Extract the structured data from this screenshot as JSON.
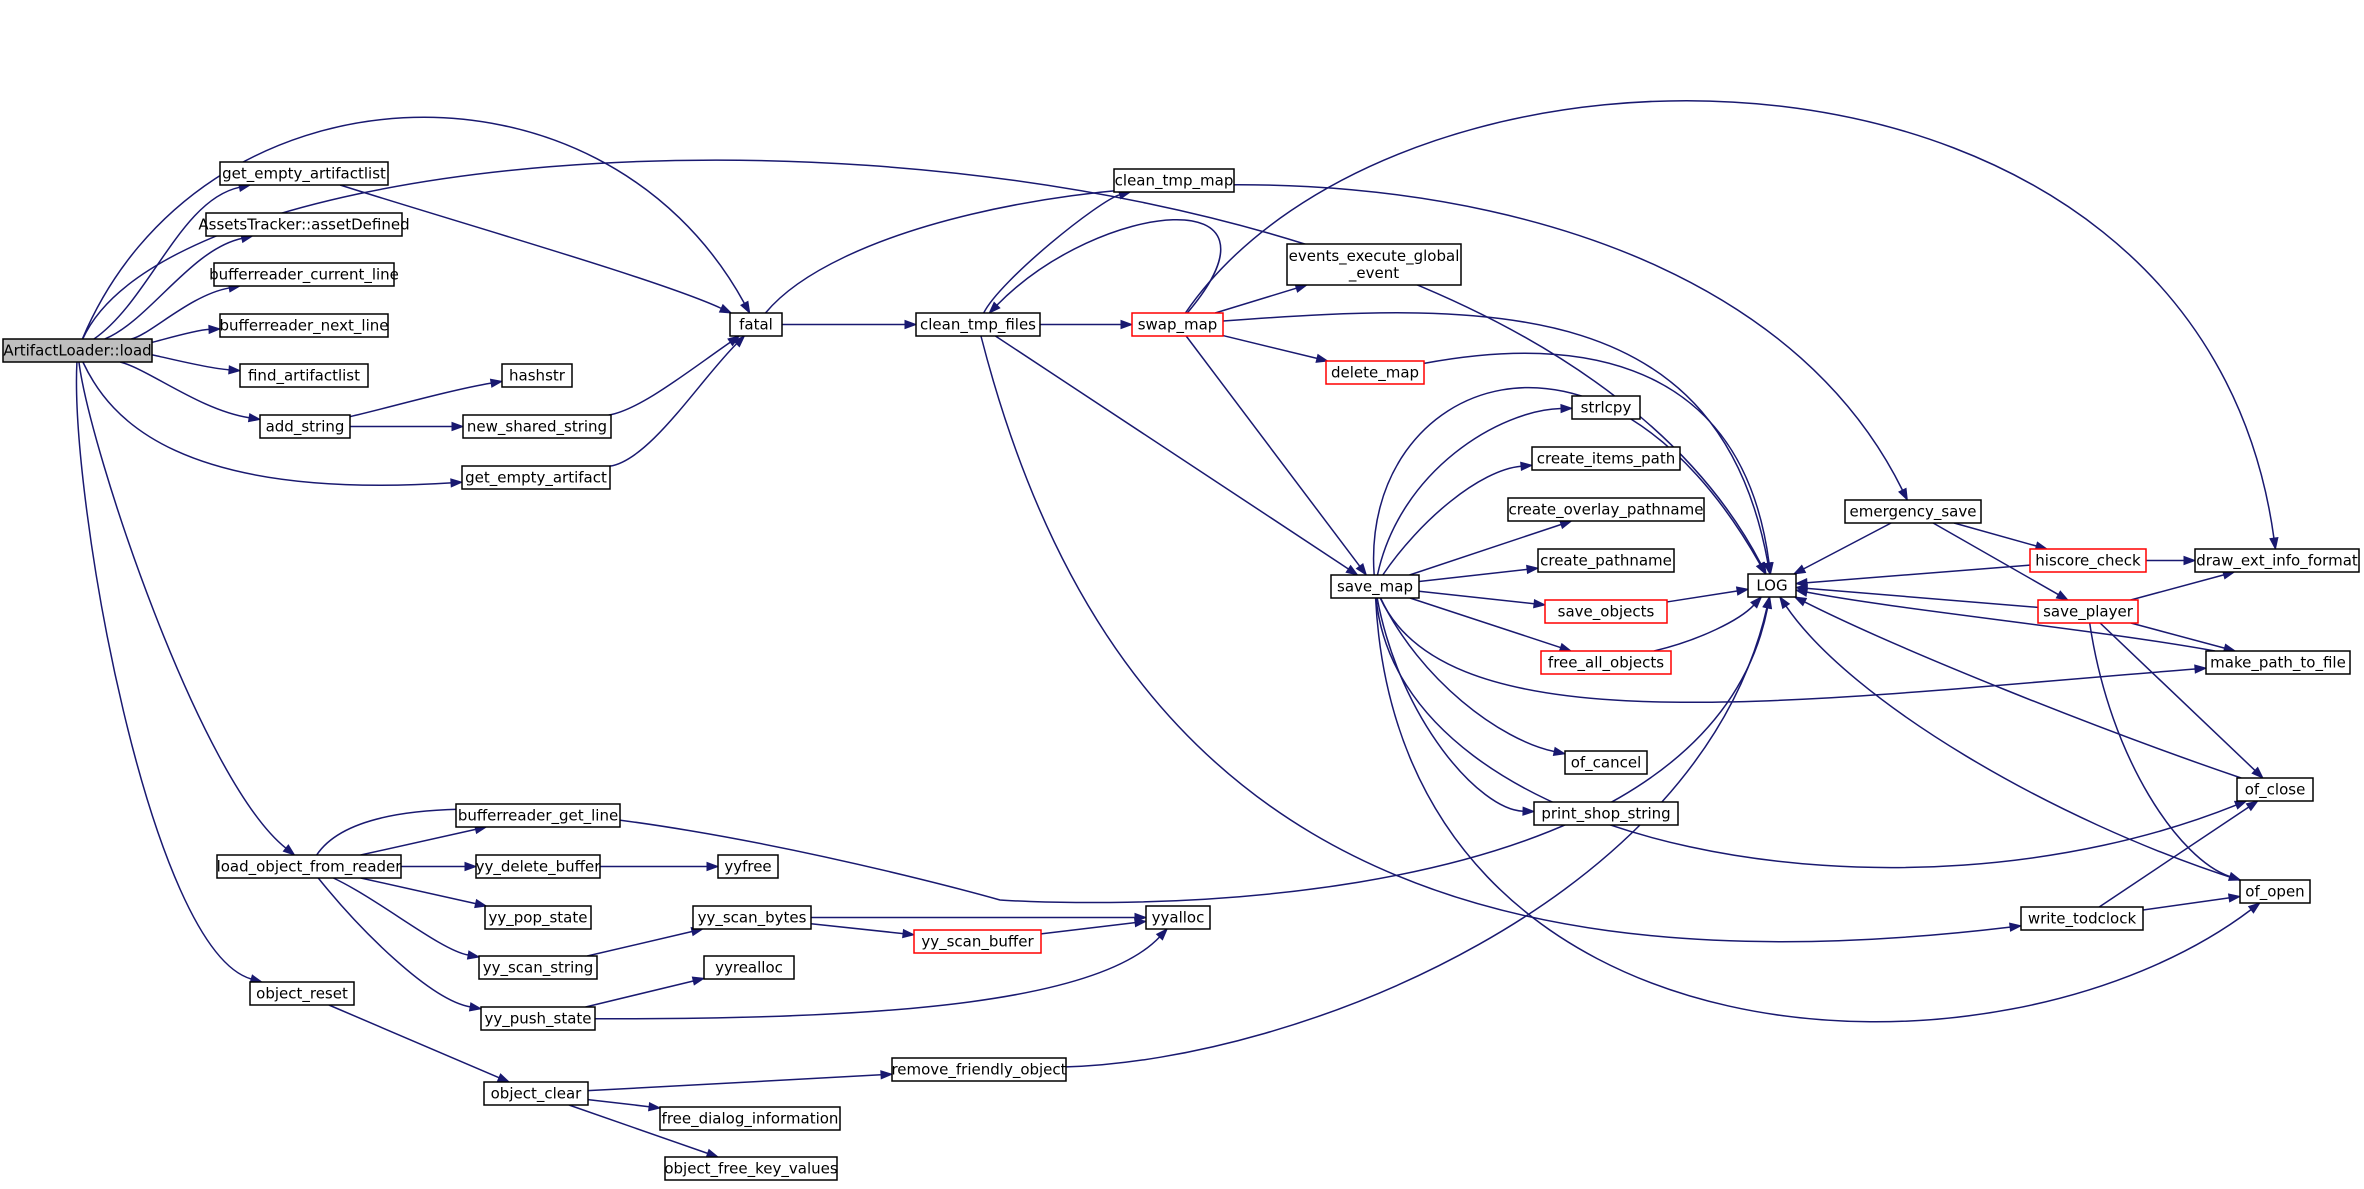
{
  "title": "",
  "colors": {
    "edge": "#191970",
    "node_border": "#000000",
    "truncated_border": "#ff0000",
    "root_fill": "#bfbfbf"
  },
  "nodes": {
    "load": "ArtifactLoader::load",
    "get_empty_artifactlist": "get_empty_artifactlist",
    "assetDefined": "AssetsTracker::assetDefined",
    "bufferreader_current_line": "bufferreader_current_line",
    "bufferreader_next_line": "bufferreader_next_line",
    "find_artifactlist": "find_artifactlist",
    "add_string": "add_string",
    "hashstr": "hashstr",
    "new_shared_string": "new_shared_string",
    "get_empty_artifact": "get_empty_artifact",
    "fatal": "fatal",
    "clean_tmp_files": "clean_tmp_files",
    "clean_tmp_map": "clean_tmp_map",
    "swap_map": "swap_map",
    "events_execute_global_event": [
      "events_execute_global",
      "_event"
    ],
    "delete_map": "delete_map",
    "save_map": "save_map",
    "strlcpy": "strlcpy",
    "create_items_path": "create_items_path",
    "create_overlay_pathname": "create_overlay_pathname",
    "create_pathname": "create_pathname",
    "save_objects": "save_objects",
    "free_all_objects": "free_all_objects",
    "of_cancel": "of_cancel",
    "print_shop_string": "print_shop_string",
    "LOG": "LOG",
    "emergency_save": "emergency_save",
    "hiscore_check": "hiscore_check",
    "save_player": "save_player",
    "draw_ext_info_format": "draw_ext_info_format",
    "make_path_to_file": "make_path_to_file",
    "of_close": "of_close",
    "of_open": "of_open",
    "write_todclock": "write_todclock",
    "load_object_from_reader": "load_object_from_reader",
    "bufferreader_get_line": "bufferreader_get_line",
    "yy_delete_buffer": "yy_delete_buffer",
    "yyfree": "yyfree",
    "yy_pop_state": "yy_pop_state",
    "yy_scan_string": "yy_scan_string",
    "yy_scan_bytes": "yy_scan_bytes",
    "yy_scan_buffer": "yy_scan_buffer",
    "yyalloc": "yyalloc",
    "yy_push_state": "yy_push_state",
    "yyrealloc": "yyrealloc",
    "object_reset": "object_reset",
    "object_clear": "object_clear",
    "remove_friendly_object": "remove_friendly_object",
    "free_dialog_information": "free_dialog_information",
    "object_free_key_values": "object_free_key_values"
  }
}
